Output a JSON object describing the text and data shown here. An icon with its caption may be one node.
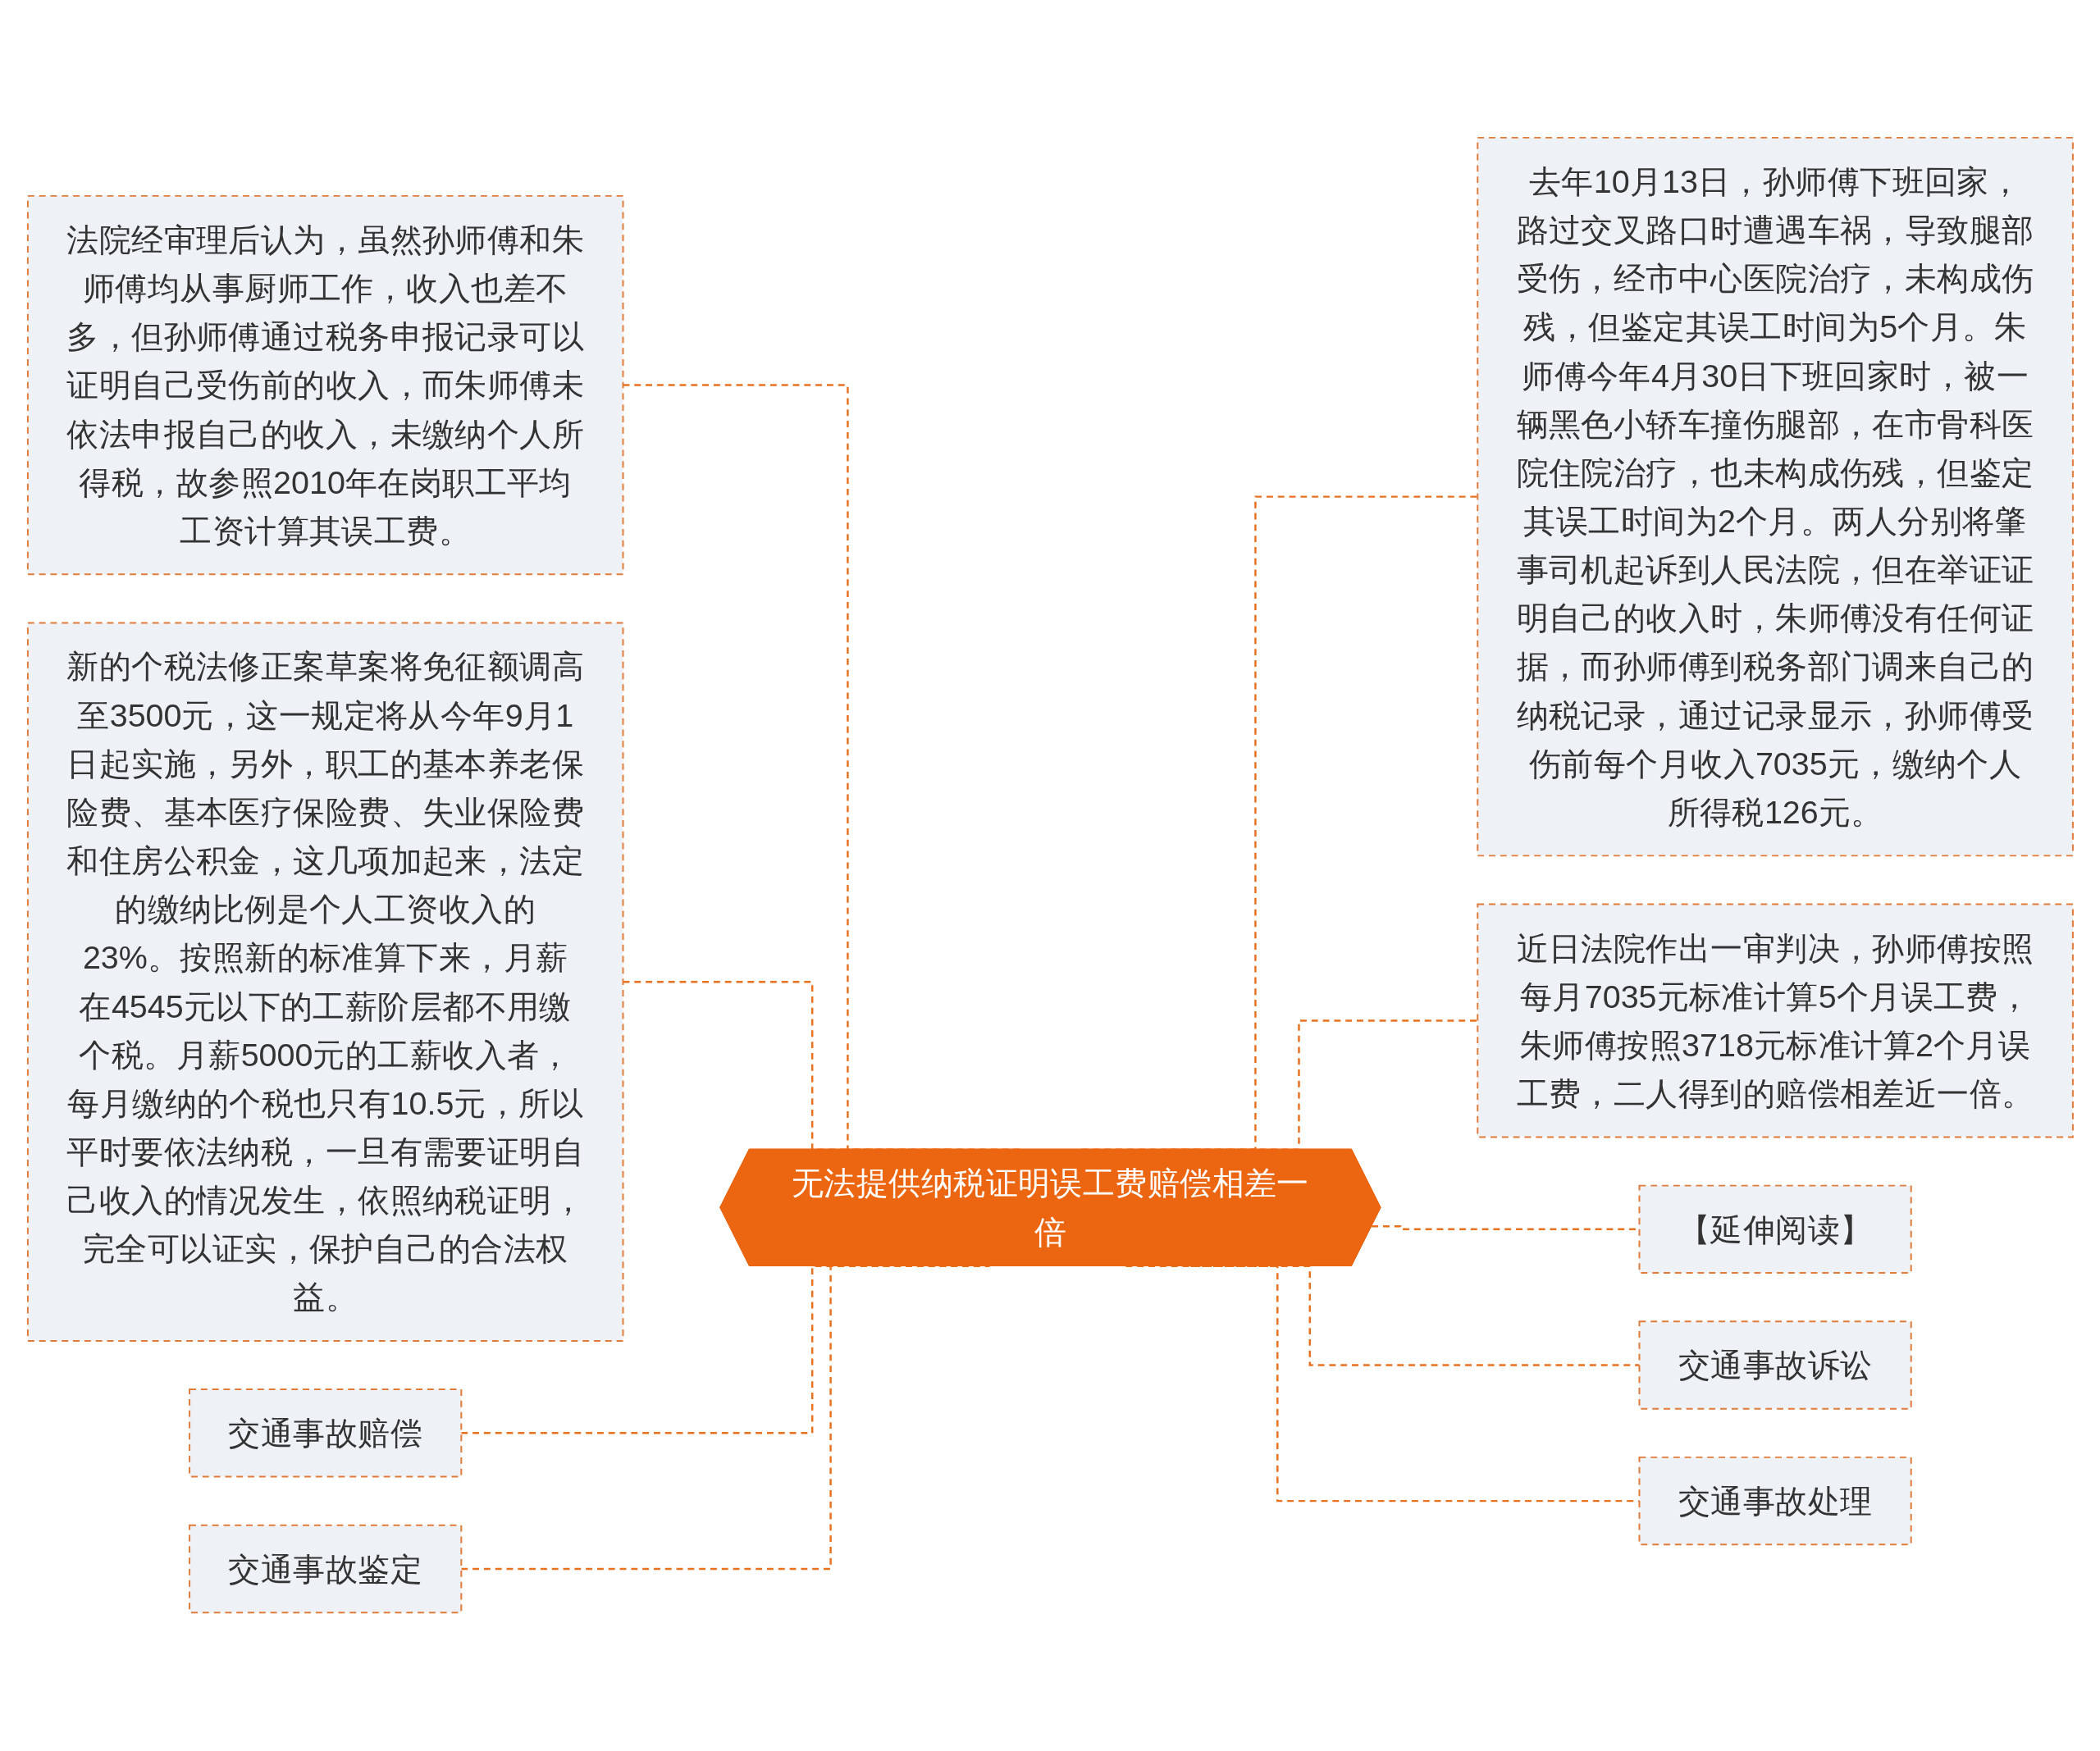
{
  "diagram": {
    "nodes": [
      {
        "text": [
          "无法提供纳税证明误工费赔偿相差一倍"
        ]
      },
      {
        "text": [
          "法院经审理后认为，虽然孙师傅和朱师傅均从事厨师工作，收入也差不多，但孙师傅通过税务申报记录可以证明自己受伤前的收入，而朱师傅未依法申报自己的收入，未缴纳个人所得税，故参照2010年在岗职工平均工资计算其误工费。"
        ]
      },
      {
        "text": [
          "新的个税法修正案草案将免征额调高至3500元，这一规定将从今年9月1日起实施，另外，职工的基本养老保险费、基本医疗保险费、失业保险费和住房公积金，这几项加起来，法定的缴纳比例是个人工资收入的23%。按照新的标准算下来，月薪在4545元以下的工薪阶层都不用缴个税。月薪5000元的工薪收入者，每月缴纳的个税也只有10.5元，所以平时要依法纳税，一旦有需要证明自己收入的情况发生，依照纳税证明，完全可以证实，保护自己的合法权益。"
        ]
      },
      {
        "text": [
          "交通事故赔偿"
        ]
      },
      {
        "text": [
          "交通事故鉴定"
        ]
      },
      {
        "text": [
          "去年10月13日，孙师傅下班回家，路过交叉路口时遭遇车祸，导致腿部受伤，经市中心医院治疗，未构成伤残，但鉴定其误工时间为5个月。朱师傅今年4月30日下班回家时，被一辆黑色小轿车撞伤腿部，在市骨科医院住院治疗，也未构成伤残，但鉴定其误工时间为2个月。两人分别将肇事司机起诉到人民法院，但在举证证明自己的收入时，朱师傅没有任何证据，而孙师傅到税务部门调来自己的纳税记录，通过记录显示，孙师傅受伤前每个月收入7035元，缴纳个人所得税126元。"
        ]
      },
      {
        "text": [
          "近日法院作出一审判决，孙师傅按照每月7035元标准计算5个月误工费，朱师傅按照3718元标准计算2个月误工费，二人得到的赔偿相差近一倍。"
        ]
      },
      {
        "text": [
          "【延伸阅读】"
        ]
      },
      {
        "text": [
          "交通事故诉讼"
        ]
      },
      {
        "text": [
          "交通事故处理"
        ]
      }
    ],
    "edges": [
      {
        "from": 0,
        "to": 1,
        "arrow": "none",
        "style": "dashed"
      },
      {
        "from": 0,
        "to": 2,
        "arrow": "none",
        "style": "dashed"
      },
      {
        "from": 0,
        "to": 3,
        "arrow": "none",
        "style": "dashed"
      },
      {
        "from": 0,
        "to": 4,
        "arrow": "none",
        "style": "dashed"
      },
      {
        "from": 0,
        "to": 5,
        "arrow": "none",
        "style": "dashed"
      },
      {
        "from": 0,
        "to": 6,
        "arrow": "none",
        "style": "dashed"
      },
      {
        "from": 0,
        "to": 7,
        "arrow": "none",
        "style": "dashed"
      },
      {
        "from": 0,
        "to": 8,
        "arrow": "none",
        "style": "dashed"
      },
      {
        "from": 0,
        "to": 9,
        "arrow": "none",
        "style": "dashed"
      }
    ]
  }
}
